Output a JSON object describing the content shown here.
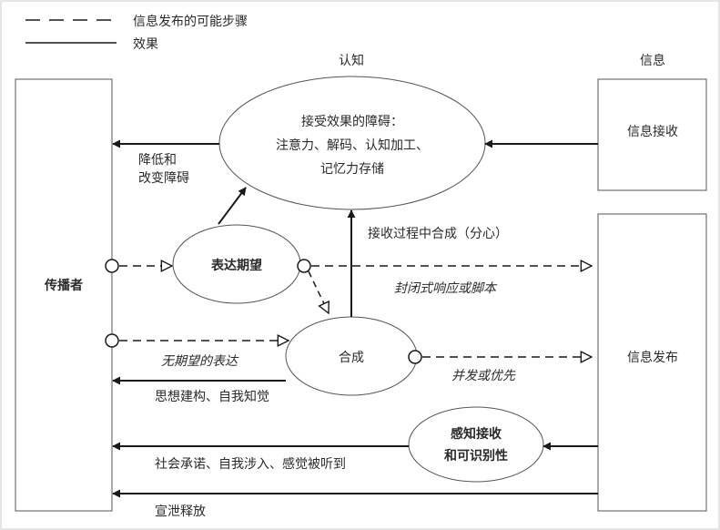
{
  "legend": {
    "dashed_label": "信息发布的可能步骤",
    "solid_label": "效果"
  },
  "headers": {
    "cognition": "认知",
    "information": "信息"
  },
  "nodes": {
    "communicator": "传播者",
    "info_receive": "信息接收",
    "info_release": "信息发布",
    "barrier_line1": "接受效果的障碍：",
    "barrier_line2": "注意力、解码、认知加工、",
    "barrier_line3": "记忆力存储",
    "expression_expect": "表达期望",
    "synthesis": "合成",
    "perceive_line1": "感知接收",
    "perceive_line2": "和可识别性"
  },
  "edge_labels": {
    "reduce_line1": "降低和",
    "reduce_line2": "改变障碍",
    "receive_process": "接收过程中合成（分心）",
    "closed_response": "封闭式响应或脚本",
    "unexpected_expression": "无期望的表达",
    "concurrent": "并发或优先",
    "thought_construction": "思想建构、自我知觉",
    "social_commitment": "社会承诺、自我涉入、感觉被听到",
    "catharsis": "宣泄释放"
  }
}
